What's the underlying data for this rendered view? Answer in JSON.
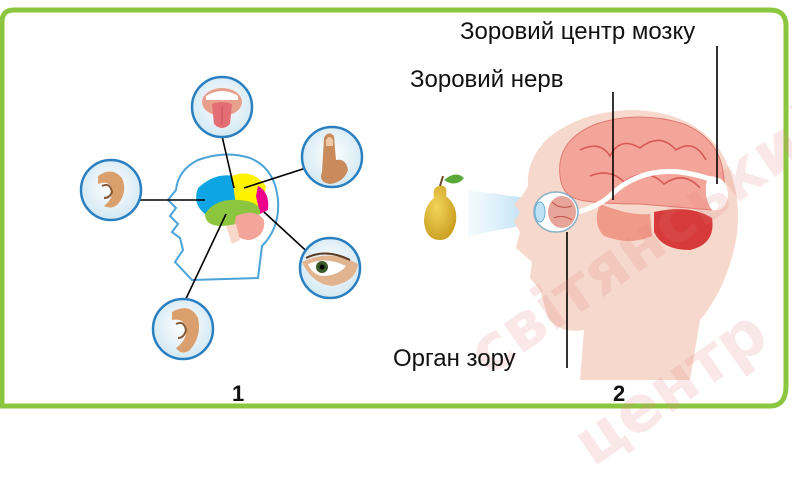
{
  "labels": {
    "visual_center": "Зоровий центр мозку",
    "optic_nerve": "Зоровий нерв",
    "eye_organ": "Орган зору"
  },
  "figure_numbers": {
    "fig1": "1",
    "fig2": "2"
  },
  "watermark": {
    "line1": "світянський",
    "line2": "центр"
  },
  "colors": {
    "border": "#8cc63f",
    "brain_zone_blue": "#0ea5e4",
    "brain_zone_yellow": "#fff200",
    "brain_zone_green": "#8cc63f",
    "brain_zone_magenta": "#ec008c",
    "brain_pink": "#f4a59a",
    "head_skin": "#f6d9cc"
  }
}
